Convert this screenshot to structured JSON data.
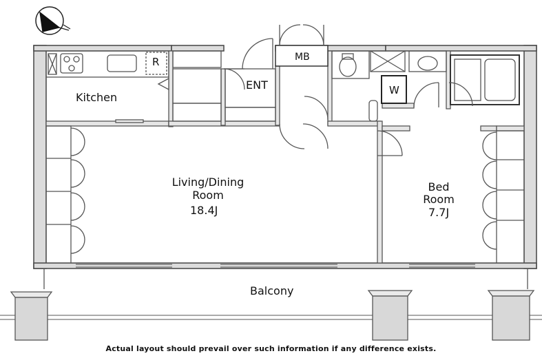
{
  "rooms": {
    "kitchen": "Kitchen",
    "refrigerator": "R",
    "entrance": "ENT",
    "meter_box": "MB",
    "washer": "W",
    "living_name_1": "Living/Dining",
    "living_name_2": "Room",
    "living_size": "18.4J",
    "bed_name_1": "Bed",
    "bed_name_2": "Room",
    "bed_size": "7.7J",
    "balcony": "Balcony"
  },
  "disclaimer": "Actual layout should prevail over such information if any difference exists.",
  "icons": {
    "compass": "north-arrow-icon"
  }
}
